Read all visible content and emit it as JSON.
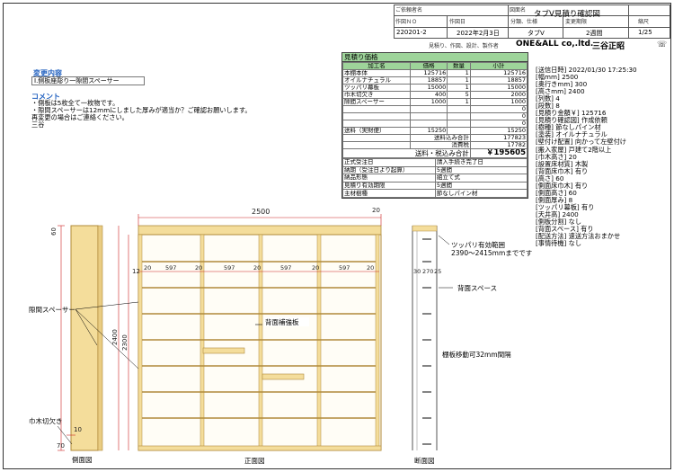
{
  "title_block": {
    "customer_name_label": "ご依頼者名",
    "drawing_name_label": "図面名",
    "drawing_title": "タブV見積り確認図",
    "drawing_no_label": "作図ＮＯ",
    "drawing_no": "220201-2",
    "drawn_date_label": "作図日",
    "drawn_date": "2022年2月3日",
    "category_label": "分類、仕様",
    "category": "タブV",
    "change_period_label": "変更期限",
    "change_period": "2週間",
    "scale_label": "縮尺",
    "scale": "1/25",
    "company_note": "見積り、作図、設計、製作者",
    "company": "ONE&ALL co,.ltd.",
    "person": "三谷正昭"
  },
  "changes": {
    "title": "変更内容",
    "item": "Ⅰ.側板座彫り一隙間スペーサー"
  },
  "comments": {
    "title": "コメント",
    "lines": [
      "・側板は5枚全て一枚物です。",
      "・隙間スペーサーは12mmにしました厚みが適当か？ご確認お願いします。",
      "再変更の場合はご連絡ください。",
      "三谷"
    ]
  },
  "estimate": {
    "header": "見積り価格",
    "columns": [
      "加工名",
      "価格",
      "数量",
      "小計"
    ],
    "rows": [
      {
        "name": "本棚本体",
        "price": "125716",
        "qty": "1",
        "subtotal": "125716"
      },
      {
        "name": "オイルナチュラル",
        "price": "18857",
        "qty": "1",
        "subtotal": "18857"
      },
      {
        "name": "ツッパリ幕板",
        "price": "15000",
        "qty": "1",
        "subtotal": "15000"
      },
      {
        "name": "巾木切欠き",
        "price": "400",
        "qty": "5",
        "subtotal": "2000"
      },
      {
        "name": "隙間スペーサー",
        "price": "1000",
        "qty": "1",
        "subtotal": "1000"
      },
      {
        "name": "",
        "price": "",
        "qty": "",
        "subtotal": "0"
      },
      {
        "name": "",
        "price": "",
        "qty": "",
        "subtotal": "0"
      },
      {
        "name": "",
        "price": "",
        "qty": "",
        "subtotal": "0"
      }
    ],
    "shipping_label": "送料（実財便）",
    "shipping_price": "15250",
    "shipping_subtotal": "15250",
    "total_ex_label": "送料込み合計",
    "total_ex": "177823",
    "tax_label": "消費税",
    "tax": "17782",
    "grand_label": "送料・税込み合計",
    "grand": "￥195605",
    "conditions": [
      {
        "label": "正式受注日",
        "value": "請入手続き完了日"
      },
      {
        "label": "納期（受注日より起算）",
        "value": "5週間"
      },
      {
        "label": "納品形態",
        "value": "組立て式"
      },
      {
        "label": "見積り有効期限",
        "value": "5週間"
      },
      {
        "label": "主材樹種",
        "value": "節なしパイン材"
      }
    ]
  },
  "spec": [
    "[送信日時] 2022/01/30 17:25:30",
    "[幅mm] 2500",
    "[奥行きmm] 300",
    "[高さmm] 2400",
    "[列数] 4",
    "[段数] 8",
    "[見積り金額￥] 125716",
    "[見積り確認図] 作成依頼",
    "[樹種] 節なしパイン材",
    "[塗装] オイルナチュラル",
    "[壁付け配置] 向かって左壁付け",
    "[搬入家屋] 戸建て2階以上",
    "[巾木高さ] 20",
    "[設置床材質] 木製",
    "[背面床巾木] 有り",
    "[高さ] 60",
    "[側面床巾木] 有り",
    "[側面高さ] 60",
    "[側面厚み] 8",
    "[ツッパリ幕板] 有り",
    "[天井高] 2400",
    "[側板分割] なし",
    "[背面スペース] 有り",
    "[配送方法] 速送方法おまかせ",
    "[事情待機] なし"
  ],
  "drawing": {
    "dim_width": "2500",
    "dim_top_right": "20",
    "dim_col_gap_left": "12",
    "dim_cols": [
      "20",
      "597",
      "20",
      "597",
      "20",
      "597",
      "20",
      "597",
      "20"
    ],
    "dim_height_inner": "2300",
    "dim_height_total": "2400",
    "dim_side_top": "60",
    "dim_side_bottom": "10",
    "dim_foot": "70",
    "dim_depth": [
      "30",
      "270",
      "25"
    ],
    "back_reinforcement": "背面補強板",
    "tsuppari_label": "ツッパリ有効範囲",
    "tsuppari_range": "2390～2415mmまでです",
    "back_space": "背面スペース",
    "shelf_pitch": "棚板移動可32mm間隔",
    "gap_spacer": "隙間スペーサー",
    "baseboard_cut": "巾木切欠き",
    "side_view": "側面図",
    "front_view": "正面図",
    "section_view": "断面図"
  },
  "colors": {
    "wood": "#f4dd9b",
    "wood_edge": "#b08a3a",
    "dim_red": "#cc2222",
    "header_green": "#9ed49a",
    "note_blue": "#1f5fbf"
  }
}
